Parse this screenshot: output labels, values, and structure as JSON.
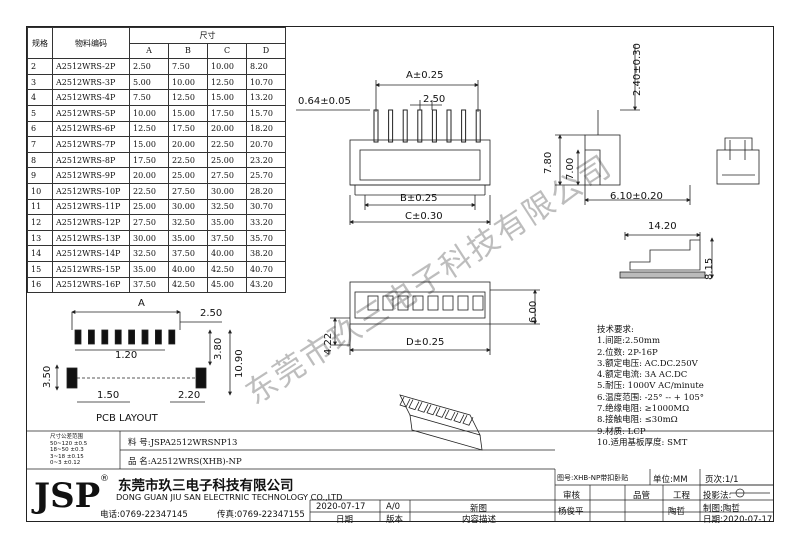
{
  "spec_table": {
    "h_spec": "规格",
    "h_code": "物料编码",
    "h_size": "尺寸",
    "cols": [
      "A",
      "B",
      "C",
      "D"
    ],
    "rows": [
      [
        "2",
        "A2512WRS-2P",
        "2.50",
        "7.50",
        "10.00",
        "8.20"
      ],
      [
        "3",
        "A2512WRS-3P",
        "5.00",
        "10.00",
        "12.50",
        "10.70"
      ],
      [
        "4",
        "A2512WRS-4P",
        "7.50",
        "12.50",
        "15.00",
        "13.20"
      ],
      [
        "5",
        "A2512WRS-5P",
        "10.00",
        "15.00",
        "17.50",
        "15.70"
      ],
      [
        "6",
        "A2512WRS-6P",
        "12.50",
        "17.50",
        "20.00",
        "18.20"
      ],
      [
        "7",
        "A2512WRS-7P",
        "15.00",
        "20.00",
        "22.50",
        "20.70"
      ],
      [
        "8",
        "A2512WRS-8P",
        "17.50",
        "22.50",
        "25.00",
        "23.20"
      ],
      [
        "9",
        "A2512WRS-9P",
        "20.00",
        "25.00",
        "27.50",
        "25.70"
      ],
      [
        "10",
        "A2512WRS-10P",
        "22.50",
        "27.50",
        "30.00",
        "28.20"
      ],
      [
        "11",
        "A2512WRS-11P",
        "25.00",
        "30.00",
        "32.50",
        "30.70"
      ],
      [
        "12",
        "A2512WRS-12P",
        "27.50",
        "32.50",
        "35.00",
        "33.20"
      ],
      [
        "13",
        "A2512WRS-13P",
        "30.00",
        "35.00",
        "37.50",
        "35.70"
      ],
      [
        "14",
        "A2512WRS-14P",
        "32.50",
        "37.50",
        "40.00",
        "38.20"
      ],
      [
        "15",
        "A2512WRS-15P",
        "35.00",
        "40.00",
        "42.50",
        "40.70"
      ],
      [
        "16",
        "A2512WRS-16P",
        "37.50",
        "42.50",
        "45.00",
        "43.20"
      ]
    ]
  },
  "dims": {
    "a_tol": "A±0.25",
    "pin_w": "0.64±0.05",
    "pitch": "2.50",
    "b_tol": "B±0.25",
    "c_tol": "C±0.30",
    "d_tol": "D±0.25",
    "h240": "2.40±0.30",
    "h780": "7.80",
    "h700": "7.00",
    "w610": "6.10±0.20",
    "w1420": "14.20",
    "h815": "8.15",
    "h600": "6.00",
    "h422": "4.22",
    "pcb_a": "A",
    "pcb_250": "2.50",
    "pcb_120": "1.20",
    "pcb_380": "3.80",
    "pcb_1090": "10.90",
    "pcb_350": "3.50",
    "pcb_150": "1.50",
    "pcb_220": "2.20"
  },
  "pcb_label": "PCB LAYOUT",
  "watermark": "东莞市玖三电子科技有限公司",
  "tech": {
    "title": "技术要求:",
    "items": [
      "1.间距:2.50mm",
      "2.位数: 2P-16P",
      "3.额定电压: AC.DC.250V",
      "4.额定电流: 3A AC.DC",
      "5.耐压: 1000V AC/minute",
      "6.温度范围: -25° -- + 105°",
      "7.绝缘电阻: ≥1000MΩ",
      "8.接触电阻: ≤30mΩ",
      "9.材质: LCP",
      "10.适用基板厚度: SMT"
    ]
  },
  "tolerance": {
    "title": "尺寸公差范围",
    "rows": [
      "50~120  ±0.5",
      "18~50  ±0.3",
      "3~18  ±0.15",
      "0~3  ±0.12"
    ]
  },
  "titleblock": {
    "part_no": "料   号:JSPA2512WRSNP13",
    "name": "品   名:A2512WRS(XHB)-NP",
    "logo": "JSP",
    "reg": "®",
    "company_cn": "东莞市玖三电子科技有限公司",
    "company_en": "DONG GUAN JIU SAN ELECTRNIC TECHNOLOGY CO.,LTD",
    "phone": "电话:0769-22347145",
    "fax": "传真:0769-22347155",
    "drawing_no": "图号:XHB-NP带扣卧贴",
    "unit": "单位:MM",
    "page": "页次:1/1",
    "review": "审核",
    "qc": "品管",
    "process": "工程",
    "projection": "投影法:",
    "date": "2020-07-17",
    "version": "A/0",
    "desc": "新图",
    "drafter": "杨俊平",
    "drafter2": "陶哲",
    "maker": "制图:陶哲",
    "date_label": "日期",
    "version_label": "版本",
    "desc_label": "内容描述",
    "make_date": "日期:2020-07-17"
  }
}
